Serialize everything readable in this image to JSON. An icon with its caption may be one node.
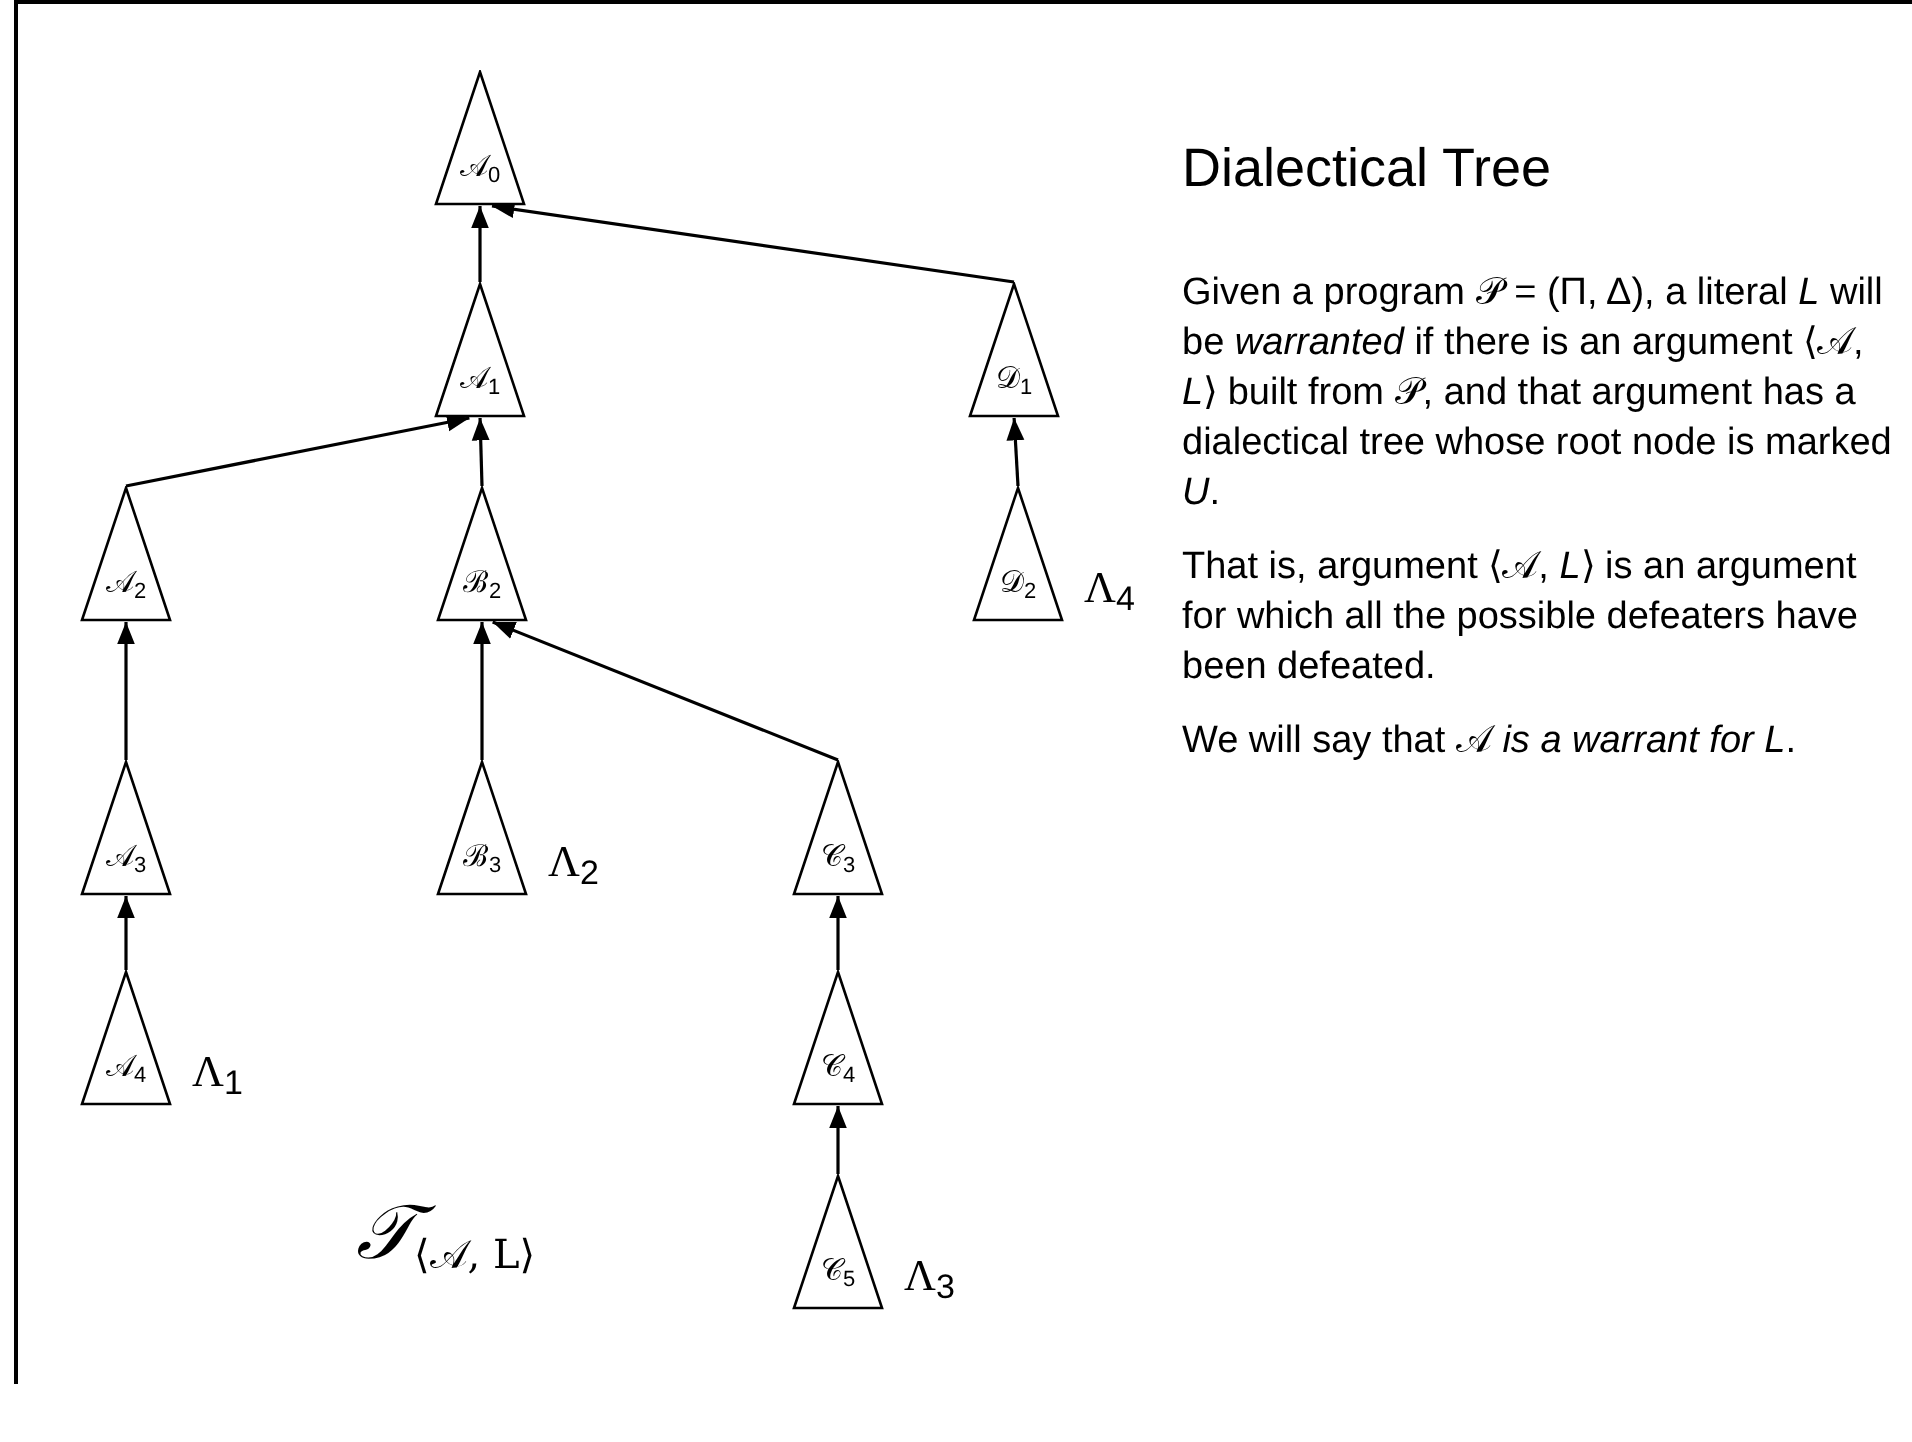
{
  "diagram": {
    "title": "Dialectical Tree",
    "nodes": [
      {
        "text": [
          "𝒜$_{0}$"
        ]
      },
      {
        "text": [
          "𝒜$_{1}$"
        ]
      },
      {
        "text": [
          "𝒟$_{1}$"
        ]
      },
      {
        "text": [
          "𝒜$_{2}$"
        ]
      },
      {
        "text": [
          "ℬ$_{2}$"
        ]
      },
      {
        "text": [
          "𝒟$_{2}$"
        ],
        "beside": [
          "Λ$_{4}$"
        ]
      },
      {
        "text": [
          "𝒜$_{3}$"
        ]
      },
      {
        "text": [
          "ℬ$_{3}$"
        ],
        "beside": [
          "Λ$_{2}$"
        ]
      },
      {
        "text": [
          "𝒞$_{3}$"
        ]
      },
      {
        "text": [
          "𝒜$_{4}$"
        ],
        "beside": [
          "Λ$_{1}$"
        ]
      },
      {
        "text": [
          "𝒞$_{4}$"
        ]
      },
      {
        "text": [
          "𝒞$_{5}$"
        ],
        "beside": [
          "Λ$_{3}$"
        ]
      }
    ],
    "edges": [
      {
        "from": 1,
        "to": 0,
        "arrow": "to"
      },
      {
        "from": 2,
        "to": 0,
        "arrow": "to"
      },
      {
        "from": 3,
        "to": 1,
        "arrow": "to"
      },
      {
        "from": 4,
        "to": 1,
        "arrow": "to"
      },
      {
        "from": 5,
        "to": 2,
        "arrow": "to"
      },
      {
        "from": 6,
        "to": 3,
        "arrow": "to"
      },
      {
        "from": 7,
        "to": 4,
        "arrow": "to"
      },
      {
        "from": 8,
        "to": 4,
        "arrow": "to"
      },
      {
        "from": 9,
        "to": 6,
        "arrow": "to"
      },
      {
        "from": 10,
        "to": 8,
        "arrow": "to"
      },
      {
        "from": 11,
        "to": 10,
        "arrow": "to"
      }
    ],
    "labels": [
      "Given a program 𝒫 = (Π, Δ), a literal *L* will be *warranted* if there is an argument ⟨𝒜, *L*⟩ built from 𝒫, and that argument has a dialectical tree whose root node is marked *U*.",
      "That is, argument ⟨𝒜, *L*⟩ is an argument for which all the possible defeaters have been defeated.",
      "We will say that 𝒜 *is a warrant for L*.",
      "𝒯$_{⟨𝒜, L⟩}$"
    ]
  }
}
